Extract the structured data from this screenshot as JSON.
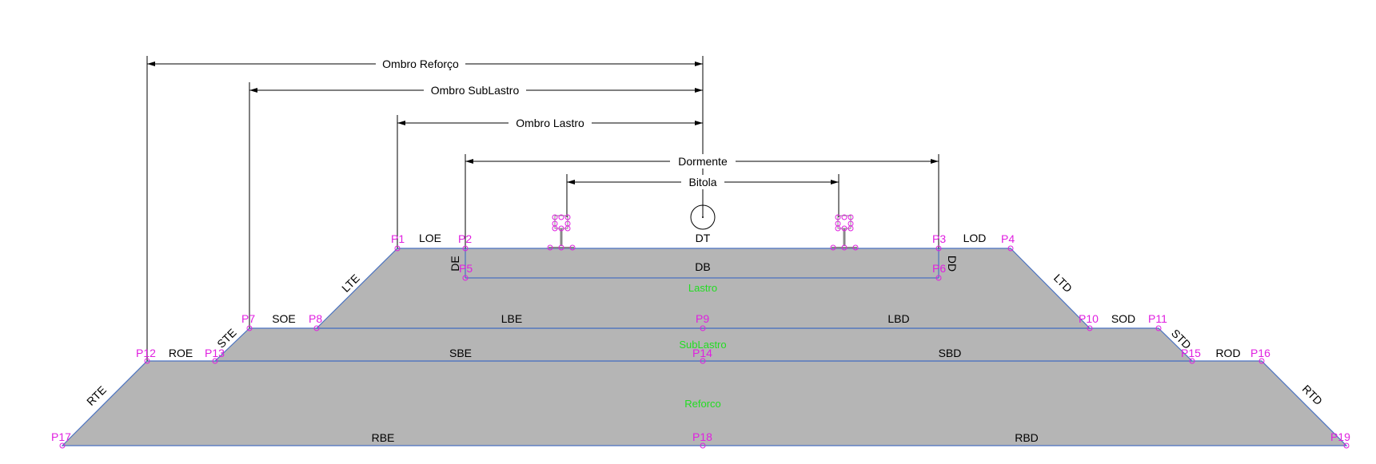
{
  "colors": {
    "fill": "#b5b5b5",
    "edge": "#4a72c0",
    "point": "#e020e0",
    "layer_label": "#22dd22",
    "line": "#000000"
  },
  "dimensions": {
    "ombro_reforco": "Ombro Reforço",
    "ombro_sublastro": "Ombro SubLastro",
    "ombro_lastro": "Ombro Lastro",
    "dormente": "Dormente",
    "bitola": "Bitola"
  },
  "layers": {
    "lastro": "Lastro",
    "sublastro": "SubLastro",
    "reforco": "Reforco"
  },
  "segments": {
    "dt": "DT",
    "db": "DB",
    "de": "DE",
    "dd": "DD",
    "loe": "LOE",
    "lod": "LOD",
    "lte": "LTE",
    "ltd": "LTD",
    "soe": "SOE",
    "sod": "SOD",
    "ste": "STE",
    "std": "STD",
    "lbe": "LBE",
    "lbd": "LBD",
    "sbe": "SBE",
    "sbd": "SBD",
    "roe": "ROE",
    "rod": "ROD",
    "rte": "RTE",
    "rtd": "RTD",
    "rbe": "RBE",
    "rbd": "RBD"
  },
  "points": {
    "p1": "P1",
    "p2": "P2",
    "p3": "P3",
    "p4": "P4",
    "p5": "P5",
    "p6": "P6",
    "p7": "P7",
    "p8": "P8",
    "p9": "P9",
    "p10": "P10",
    "p11": "P11",
    "p12": "P12",
    "p13": "P13",
    "p14": "P14",
    "p15": "P15",
    "p16": "P16",
    "p17": "P17",
    "p18": "P18",
    "p19": "P19"
  }
}
